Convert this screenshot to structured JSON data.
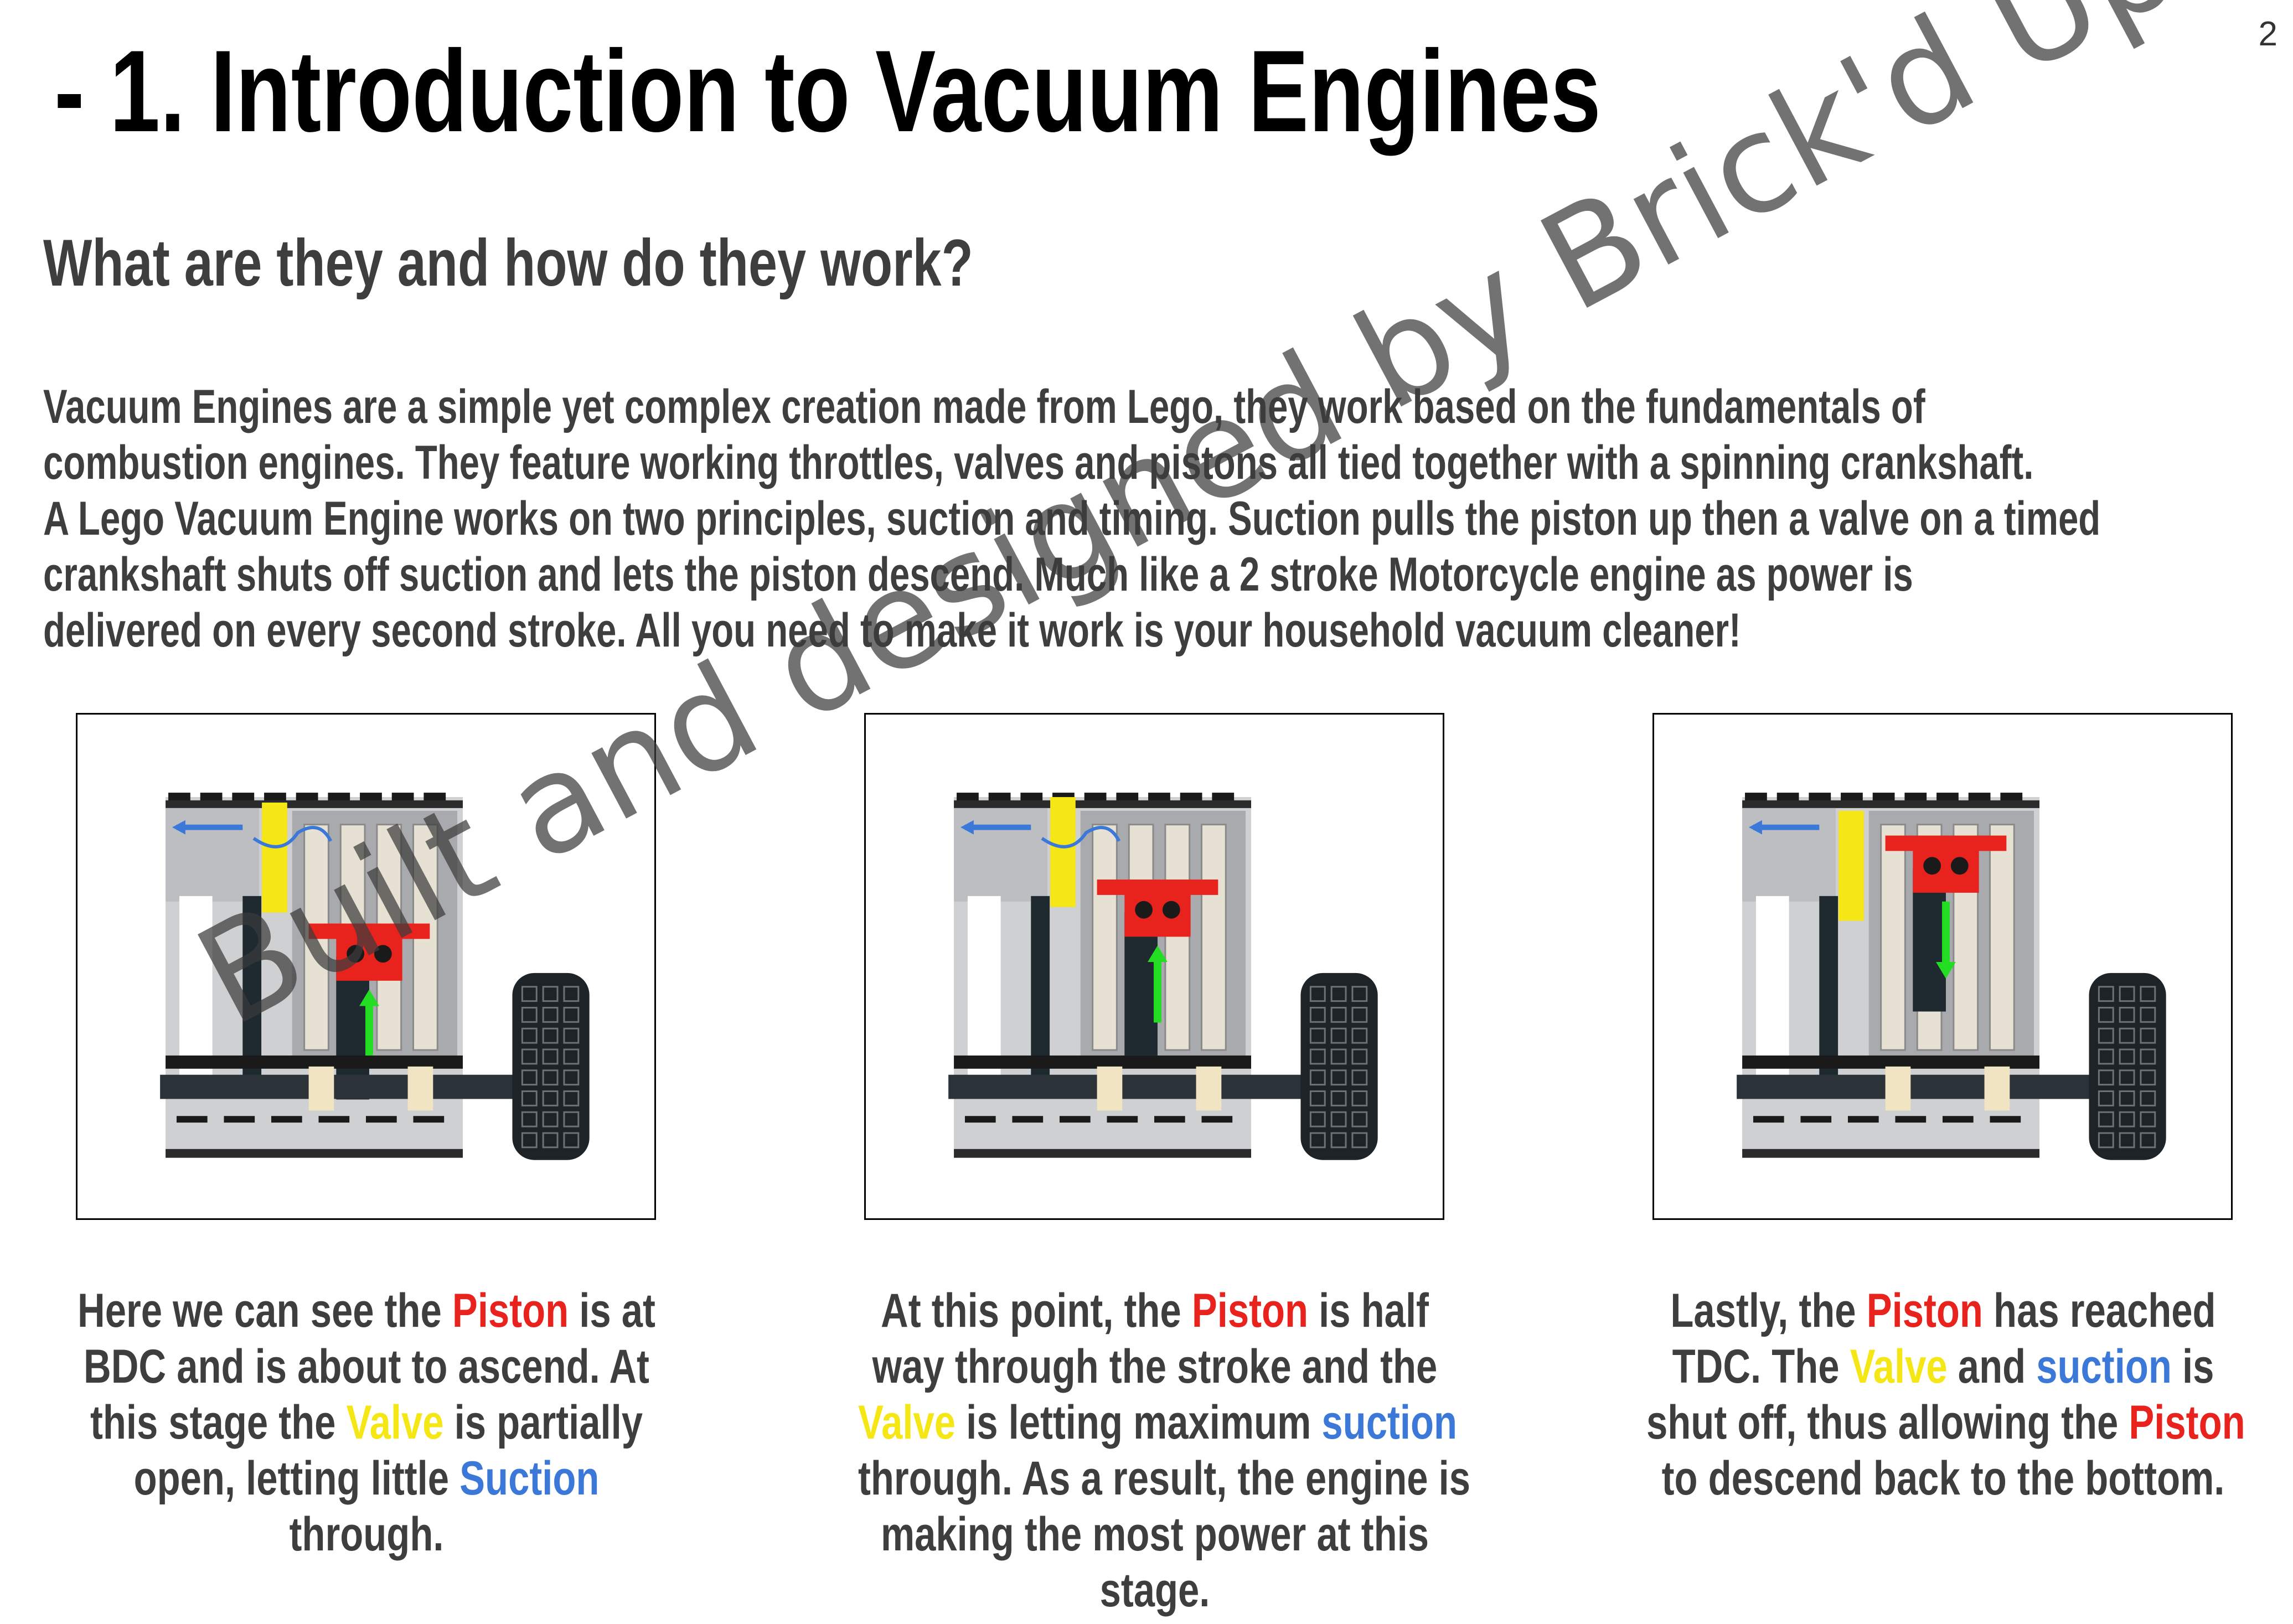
{
  "page": {
    "number": "2"
  },
  "title": "-  1.  Introduction to Vacuum Engines",
  "subtitle": "What are they and how do they work?",
  "intro_lines": [
    "Vacuum Engines are a simple yet complex creation made from Lego, they work based on the fundamentals of",
    "combustion engines.  They feature working throttles, valves and pistons all tied together with a spinning crankshaft.",
    "A Lego Vacuum Engine works on two principles, suction and timing. Suction pulls the piston up then a valve on a timed",
    "crankshaft shuts off suction and lets the piston descend. Much like a 2 stroke Motorcycle engine as power is",
    "delivered on every second stroke. All you need to make it work is your household vacuum cleaner!"
  ],
  "captions": [
    {
      "lines": [
        [
          {
            "t": "Here we can see the "
          },
          {
            "t": "Piston",
            "c": "red"
          },
          {
            "t": " is at"
          }
        ],
        [
          {
            "t": "BDC and is about to ascend. At"
          }
        ],
        [
          {
            "t": "this stage the "
          },
          {
            "t": "Valve",
            "c": "yellow"
          },
          {
            "t": " is partially"
          }
        ],
        [
          {
            "t": "open, letting little "
          },
          {
            "t": "Suction",
            "c": "blue"
          }
        ],
        [
          {
            "t": "through."
          }
        ]
      ]
    },
    {
      "lines": [
        [
          {
            "t": "At this point, the "
          },
          {
            "t": "Piston",
            "c": "red"
          },
          {
            "t": " is half"
          }
        ],
        [
          {
            "t": "way through the stroke and the"
          }
        ],
        [
          {
            "t": "Valve",
            "c": "yellow"
          },
          {
            "t": " is letting maximum "
          },
          {
            "t": "suction",
            "c": "blue"
          }
        ],
        [
          {
            "t": "through. As a result, the engine is"
          }
        ],
        [
          {
            "t": "making the most power at this"
          }
        ],
        [
          {
            "t": "stage."
          }
        ]
      ]
    },
    {
      "lines": [
        [
          {
            "t": "Lastly, the "
          },
          {
            "t": "Piston",
            "c": "red"
          },
          {
            "t": " has reached"
          }
        ],
        [
          {
            "t": "TDC. The "
          },
          {
            "t": "Valve",
            "c": "yellow"
          },
          {
            "t": " and "
          },
          {
            "t": "suction",
            "c": "blue"
          },
          {
            "t": " is"
          }
        ],
        [
          {
            "t": "shut off, thus allowing the "
          },
          {
            "t": "Piston",
            "c": "red"
          }
        ],
        [
          {
            "t": "to descend back to the bottom."
          }
        ]
      ]
    }
  ],
  "figures": [
    {
      "stroke_position": 0.0,
      "valve": "partially open",
      "arrow": "up"
    },
    {
      "stroke_position": 0.5,
      "valve": "open",
      "arrow": "up"
    },
    {
      "stroke_position": 1.0,
      "valve": "closed",
      "arrow": "down"
    }
  ],
  "colors": {
    "piston": "#e8221c",
    "valve": "#f5e616",
    "suction": "#3b78d8",
    "arrow": "#22dd22"
  },
  "watermark": "Built and designed by Brick'd Up Productions"
}
